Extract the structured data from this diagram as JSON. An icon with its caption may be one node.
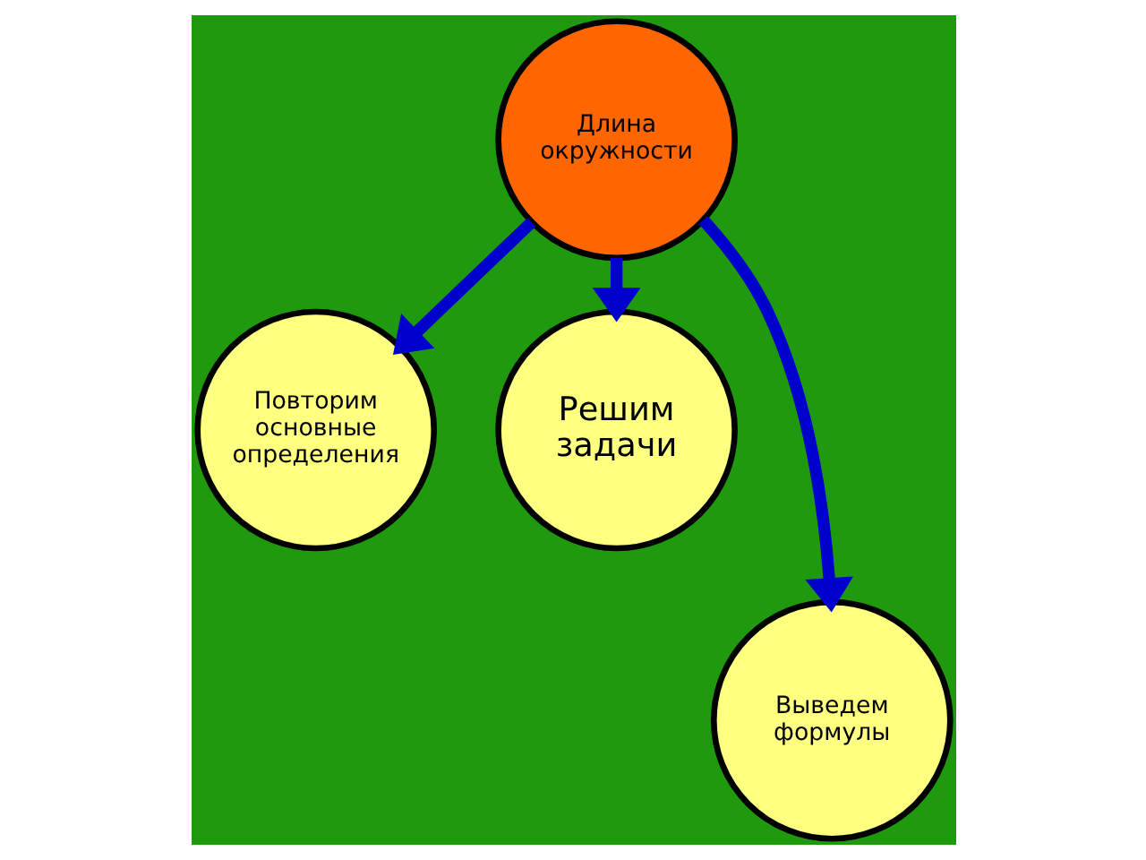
{
  "diagram": {
    "nodes": [
      {
        "text": [
          "Длина окружности"
        ]
      },
      {
        "text": [
          "Повторим основные определения"
        ]
      },
      {
        "text": [
          "Решим задачи"
        ]
      },
      {
        "text": [
          "Выведем формулы"
        ]
      }
    ],
    "edges": [
      {
        "from": 0,
        "to": 1,
        "arrow": "to"
      },
      {
        "from": 0,
        "to": 3,
        "arrow": "to"
      },
      {
        "from": 0,
        "to": 2,
        "arrow": "to"
      }
    ]
  }
}
